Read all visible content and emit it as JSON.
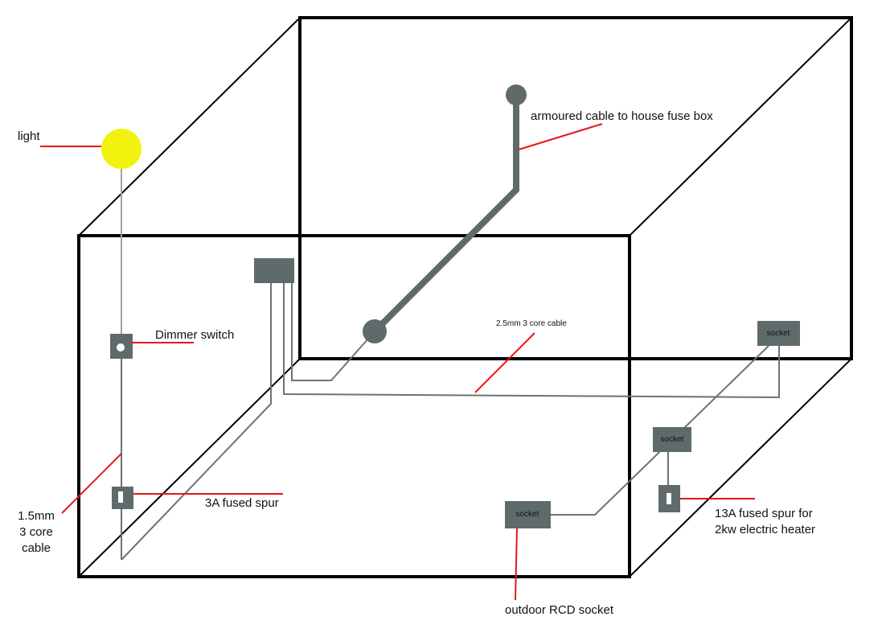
{
  "title": "Garden room electrical wiring diagram",
  "colors": {
    "frame": "#000000",
    "wire": "#6a7473",
    "device": "#5f6b6a",
    "leader": "#e8141b",
    "light": "#f2f20f"
  },
  "labels": {
    "light": "light",
    "armoured_cable": "armoured cable to house fuse box",
    "dimmer_switch": "Dimmer switch",
    "cable_2_5mm": "2.5mm 3 core cable",
    "cable_1_5mm": [
      "1.5mm",
      "3 core",
      "cable"
    ],
    "fused_spur_3a": "3A fused spur",
    "fused_spur_13a": [
      "13A fused spur for",
      "2kw electric heater"
    ],
    "outdoor_rcd_socket": "outdoor RCD socket"
  },
  "devices": {
    "socket_back_wall": "socket",
    "socket_right_wall": "socket",
    "socket_front": "socket"
  }
}
